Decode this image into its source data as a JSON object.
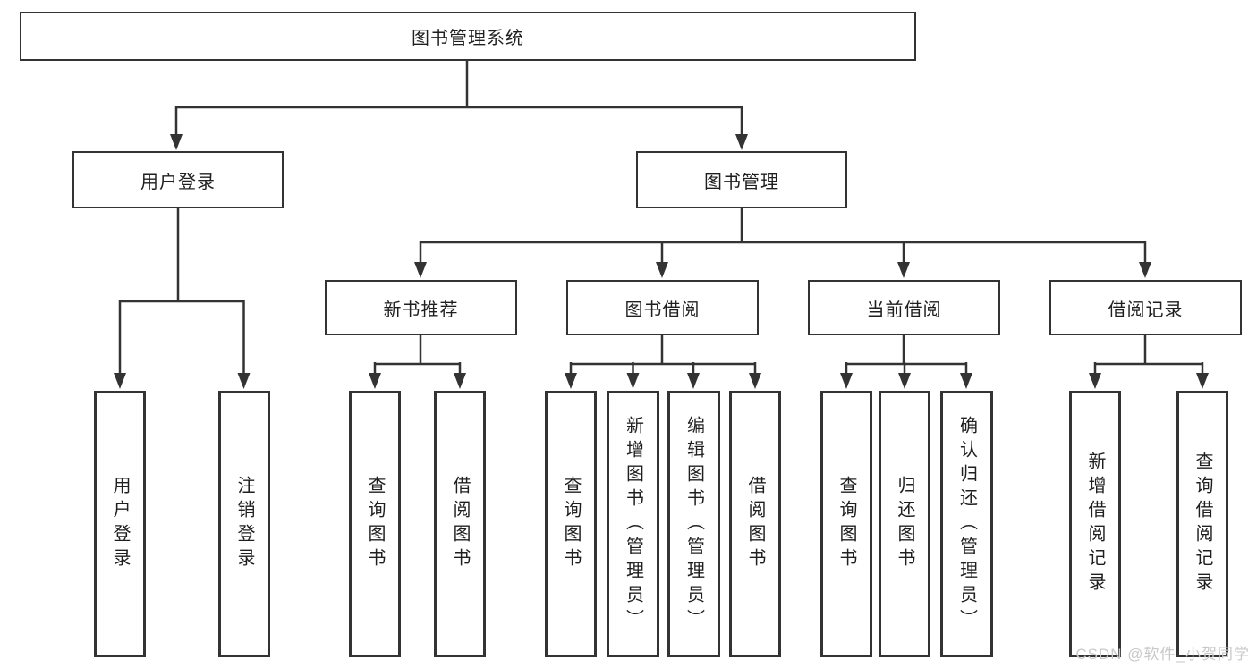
{
  "root": {
    "label": "图书管理系统"
  },
  "level2": [
    {
      "label": "用户登录"
    },
    {
      "label": "图书管理"
    }
  ],
  "level3": [
    {
      "label": "新书推荐",
      "parent": "图书管理"
    },
    {
      "label": "图书借阅",
      "parent": "图书管理"
    },
    {
      "label": "当前借阅",
      "parent": "图书管理"
    },
    {
      "label": "借阅记录",
      "parent": "图书管理"
    }
  ],
  "leaves": [
    {
      "label": "用户登录",
      "parent": "用户登录"
    },
    {
      "label": "注销登录",
      "parent": "用户登录"
    },
    {
      "label": "查询图书",
      "parent": "新书推荐"
    },
    {
      "label": "借阅图书",
      "parent": "新书推荐"
    },
    {
      "label": "查询图书",
      "parent": "图书借阅"
    },
    {
      "label": "新增图书（管理员）",
      "parent": "图书借阅"
    },
    {
      "label": "编辑图书（管理员）",
      "parent": "图书借阅"
    },
    {
      "label": "借阅图书",
      "parent": "图书借阅"
    },
    {
      "label": "查询图书",
      "parent": "当前借阅"
    },
    {
      "label": "归还图书",
      "parent": "当前借阅"
    },
    {
      "label": "确认归还（管理员）",
      "parent": "当前借阅"
    },
    {
      "label": "新增借阅记录",
      "parent": "借阅记录"
    },
    {
      "label": "查询借阅记录",
      "parent": "借阅记录"
    }
  ],
  "watermark": "CSDN @软件_小贺同学",
  "colors": {
    "line": "#333333",
    "box_border": "#333333",
    "text": "#1f1f1f",
    "watermark": "#c9c9c9",
    "background": "#ffffff"
  }
}
